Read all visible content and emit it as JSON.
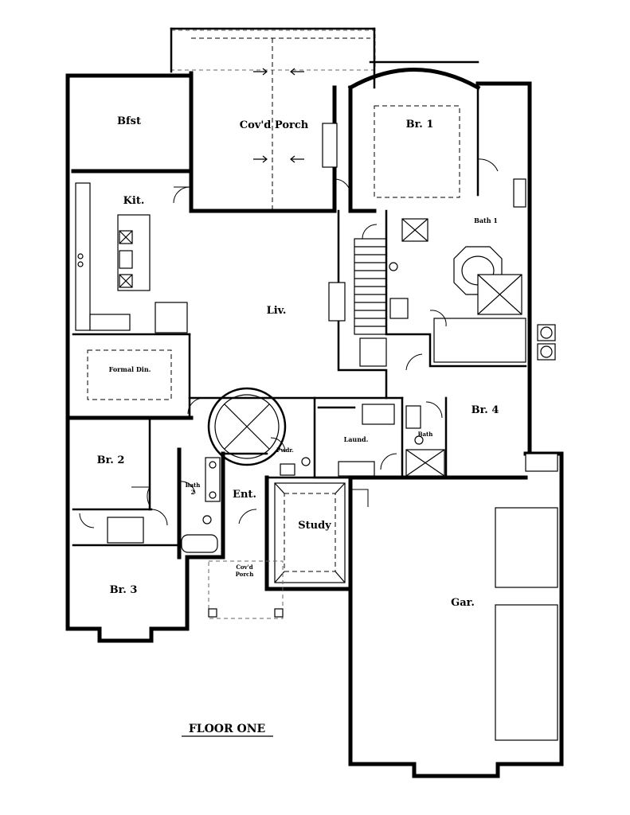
{
  "plan": {
    "title": "FLOOR ONE",
    "rooms": {
      "bfst": "Bfst",
      "covd_porch_rear": "Cov'd Porch",
      "br1": "Br. 1",
      "kit": "Kit.",
      "bath1": "Bath 1",
      "liv": "Liv.",
      "formal_din": "Formal Din.",
      "br4": "Br. 4",
      "bath_small": "Bath",
      "laund": "Laund.",
      "pwdr": "Pwdr.",
      "br2": "Br. 2",
      "bath2_line1": "Bath",
      "bath2_line2": "2",
      "ent": "Ent.",
      "study": "Study",
      "covd_porch_front_line1": "Cov'd",
      "covd_porch_front_line2": "Porch",
      "br3": "Br. 3",
      "gar": "Gar."
    }
  }
}
